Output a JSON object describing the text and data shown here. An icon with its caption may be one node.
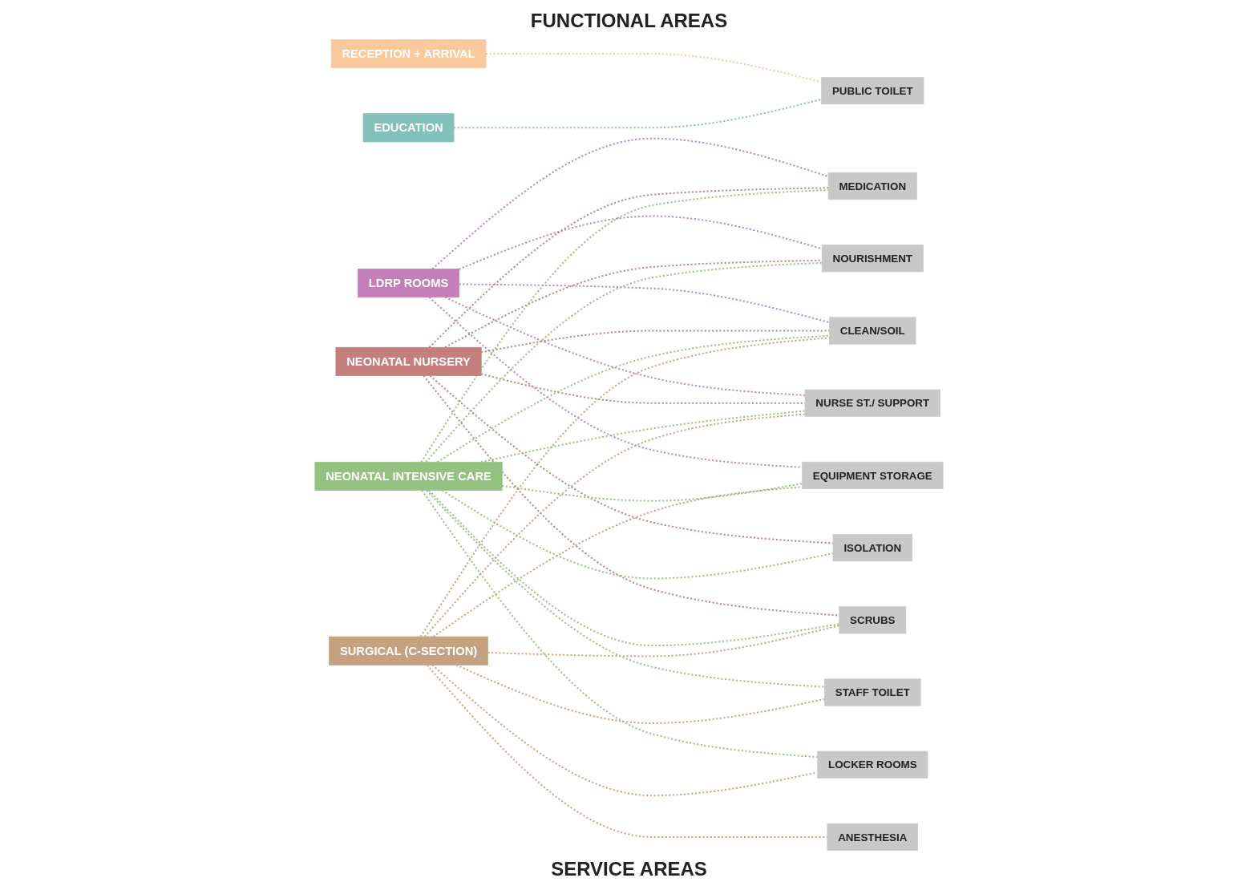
{
  "diagram": {
    "nodes": [
      {
        "text": [
          "RECEPTION + ARRIVAL"
        ]
      },
      {
        "text": [
          "EDUCATION"
        ]
      },
      {
        "text": [
          "LDRP ROOMS"
        ]
      },
      {
        "text": [
          "NEONATAL NURSERY"
        ]
      },
      {
        "text": [
          "NEONATAL INTENSIVE CARE"
        ]
      },
      {
        "text": [
          "SURGICAL (C-SECTION)"
        ]
      },
      {
        "text": [
          "MEDICATION"
        ]
      },
      {
        "text": [
          "NOURISHMENT"
        ]
      },
      {
        "text": [
          "CLEAN/SOIL"
        ]
      },
      {
        "text": [
          "NURSE ST./ SUPPORT"
        ]
      },
      {
        "text": [
          "PUBLIC TOILET"
        ]
      },
      {
        "text": [
          "STAFF TOILET"
        ]
      },
      {
        "text": [
          "EQUIPMENT STORAGE"
        ]
      },
      {
        "text": [
          "ISOLATION"
        ]
      },
      {
        "text": [
          "LOCKER ROOMS"
        ]
      },
      {
        "text": [
          "SCRUBS"
        ]
      },
      {
        "text": [
          "ANESTHESIA"
        ]
      }
    ],
    "edges": [
      {
        "from": 0,
        "to": 10,
        "arrow": "none",
        "style": "dashed",
        "color": "#f9c89b"
      },
      {
        "from": 1,
        "to": 10,
        "arrow": "none",
        "style": "dashed",
        "color": "#82c0bb"
      },
      {
        "from": 2,
        "to": 6,
        "arrow": "none",
        "style": "dashed",
        "color": "#c47fb8"
      },
      {
        "from": 2,
        "to": 7,
        "arrow": "none",
        "style": "dashed",
        "color": "#c47fb8"
      },
      {
        "from": 2,
        "to": 8,
        "arrow": "none",
        "style": "dashed",
        "color": "#c47fb8"
      },
      {
        "from": 2,
        "to": 9,
        "arrow": "none",
        "style": "dashed",
        "color": "#c47fb8"
      },
      {
        "from": 2,
        "to": 12,
        "arrow": "none",
        "style": "dashed",
        "color": "#c47fb8"
      },
      {
        "from": 3,
        "to": 6,
        "arrow": "none",
        "style": "dashed",
        "color": "#c47f7c"
      },
      {
        "from": 3,
        "to": 7,
        "arrow": "none",
        "style": "dashed",
        "color": "#c47f7c"
      },
      {
        "from": 3,
        "to": 8,
        "arrow": "none",
        "style": "dashed",
        "color": "#c47f7c"
      },
      {
        "from": 3,
        "to": 9,
        "arrow": "none",
        "style": "dashed",
        "color": "#c47f7c"
      },
      {
        "from": 3,
        "to": 13,
        "arrow": "none",
        "style": "dashed",
        "color": "#c47f7c"
      },
      {
        "from": 3,
        "to": 15,
        "arrow": "none",
        "style": "dashed",
        "color": "#c47f7c"
      },
      {
        "from": 4,
        "to": 6,
        "arrow": "none",
        "style": "dashed",
        "color": "#94c17f"
      },
      {
        "from": 4,
        "to": 7,
        "arrow": "none",
        "style": "dashed",
        "color": "#94c17f"
      },
      {
        "from": 4,
        "to": 8,
        "arrow": "none",
        "style": "dashed",
        "color": "#94c17f"
      },
      {
        "from": 4,
        "to": 9,
        "arrow": "none",
        "style": "dashed",
        "color": "#94c17f"
      },
      {
        "from": 4,
        "to": 11,
        "arrow": "none",
        "style": "dashed",
        "color": "#94c17f"
      },
      {
        "from": 4,
        "to": 12,
        "arrow": "none",
        "style": "dashed",
        "color": "#94c17f"
      },
      {
        "from": 4,
        "to": 13,
        "arrow": "none",
        "style": "dashed",
        "color": "#94c17f"
      },
      {
        "from": 4,
        "to": 14,
        "arrow": "none",
        "style": "dashed",
        "color": "#94c17f"
      },
      {
        "from": 4,
        "to": 15,
        "arrow": "none",
        "style": "dashed",
        "color": "#94c17f"
      },
      {
        "from": 5,
        "to": 8,
        "arrow": "none",
        "style": "dashed",
        "color": "#c4a27f"
      },
      {
        "from": 5,
        "to": 9,
        "arrow": "none",
        "style": "dashed",
        "color": "#c4a27f"
      },
      {
        "from": 5,
        "to": 11,
        "arrow": "none",
        "style": "dashed",
        "color": "#c4a27f"
      },
      {
        "from": 5,
        "to": 12,
        "arrow": "none",
        "style": "dashed",
        "color": "#c4a27f"
      },
      {
        "from": 5,
        "to": 14,
        "arrow": "none",
        "style": "dashed",
        "color": "#c4a27f"
      },
      {
        "from": 5,
        "to": 15,
        "arrow": "none",
        "style": "dashed",
        "color": "#c4a27f"
      },
      {
        "from": 5,
        "to": 16,
        "arrow": "none",
        "style": "dashed",
        "color": "#c4a27f"
      }
    ],
    "labels": [
      "FUNCTIONAL AREAS",
      "SERVICE AREAS"
    ]
  }
}
